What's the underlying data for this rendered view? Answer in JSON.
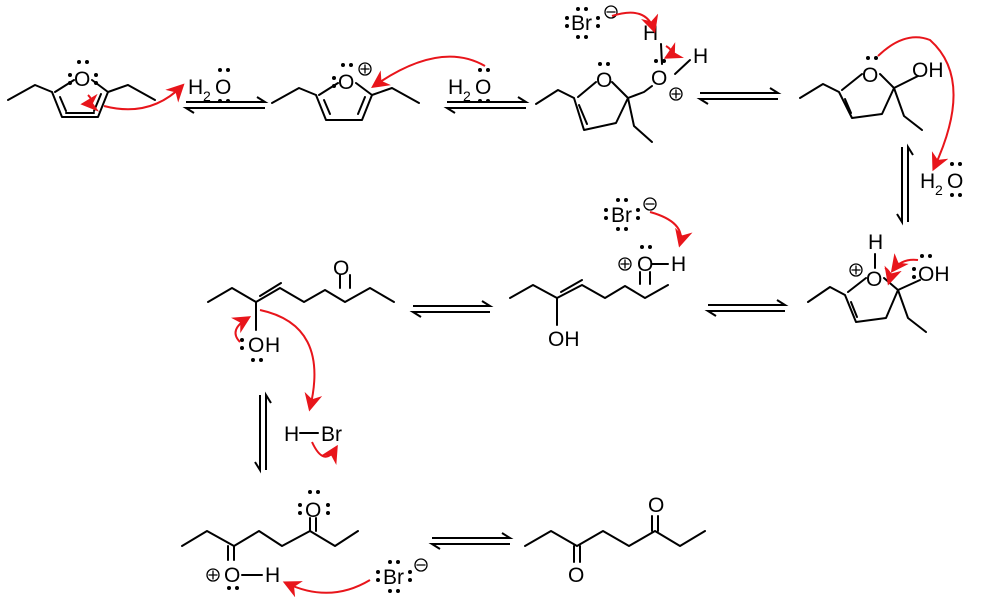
{
  "atoms": {
    "o1": "O",
    "h2o_1": "H",
    "h2o_1_o": "O",
    "h2o_1_sub": "2",
    "o2": "O",
    "h2o_2": "H",
    "h2o_2_o": "O",
    "h2o_2_sub": "2",
    "br1": "Br",
    "o3_ring": "O",
    "o3_oh": "O",
    "h3a": "H",
    "h3b": "H",
    "o4_ring": "O",
    "oh4": "OH",
    "h2o_3": "H",
    "h2o_3_o": "O",
    "h2o_3_sub": "2",
    "h5": "H",
    "o5_ring": "O",
    "oh5": "OH",
    "br2": "Br",
    "o6_k": "O",
    "h6": "H",
    "oh6": "OH",
    "o7_k": "O",
    "o7_enol": "O",
    "h7": "H",
    "hbr_h": "H",
    "hbr_br": "Br",
    "o8_k": "O",
    "o8_p": "O",
    "h8": "H",
    "br3": "Br",
    "o9_a": "O",
    "o9_b": "O"
  }
}
